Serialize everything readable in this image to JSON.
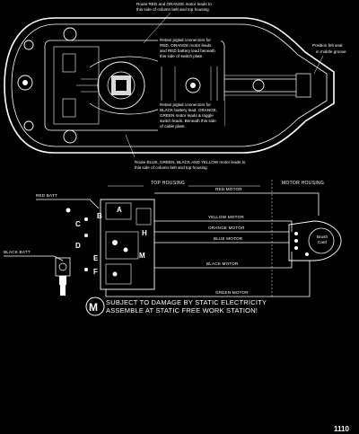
{
  "top_view": {
    "note_red_orange": [
      "Route RED and ORANGE motor leads to",
      "this side of column belt and top housing"
    ],
    "note_felt_seal": [
      "Position felt seal",
      "in middle groove"
    ],
    "note_pigtail_red": [
      "Retain pigtail connectors for",
      "RED, ORANGE motor leads",
      "and RED battery lead beneath",
      "this side of switch plate."
    ],
    "note_pigtail_black": [
      "Retain pigtail connectors for",
      "BLACK battery lead, ORANGE,",
      "GREEN motor leads & toggle",
      "switch leads. Beneath this side",
      "of cable plate."
    ],
    "note_blue_green": [
      "Route BLUE, GREEN, BLACK AND YELLOW motor leads to",
      "this side of column belt and top housing"
    ]
  },
  "schematic": {
    "top_housing": "TOP HOUSING",
    "motor_housing": "MOTOR HOUSING",
    "red_batt": "RED BATT",
    "black_batt": "BLACK BATT",
    "wires": {
      "red": "RED MOTOR",
      "yellow": "YELLOW MOTOR",
      "orange": "ORANGE MOTOR",
      "blue": "BLUE MOTOR",
      "black": "BLACK MOTOR",
      "green": "GREEN MOTOR"
    },
    "switch_terminals": {
      "a": "A",
      "b": "B",
      "c": "C",
      "d": "D",
      "e": "E",
      "f": "F",
      "h": "H",
      "m": "M"
    },
    "motor_terminal_label": [
      "Brush",
      "Card"
    ]
  },
  "warning": {
    "symbol": "M",
    "line1": "SUBJECT TO DAMAGE BY STATIC ELECTRICITY",
    "line2": "ASSEMBLE AT STATIC FREE WORK STATION!"
  },
  "page_number": "1110"
}
